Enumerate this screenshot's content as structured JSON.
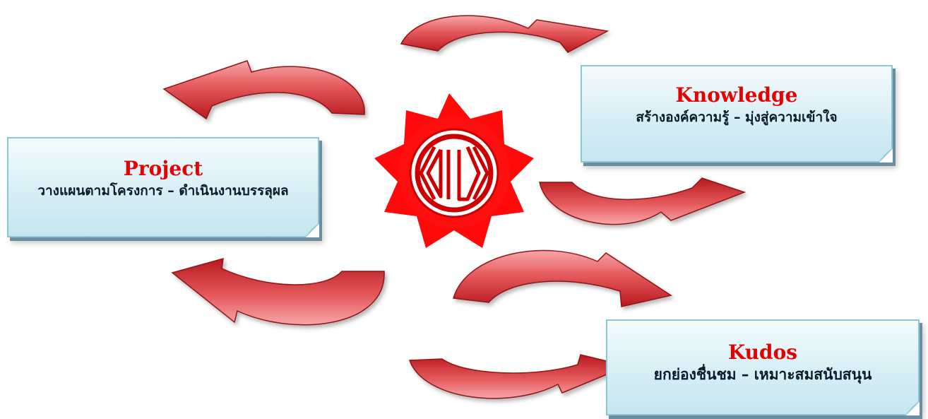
{
  "diagram": {
    "center_logo": "gear-emblem",
    "colors": {
      "arrow": "#d42f33",
      "arrow_light": "#f59a9c",
      "gear": "#ff0000",
      "title": "#e60000",
      "box_border": "#8cc7d6"
    },
    "cards": {
      "project": {
        "title": "Project",
        "subtitle": "วางแผนตามโครงการ – ดำเนินงานบรรลุผล"
      },
      "knowledge": {
        "title": "Knowledge",
        "subtitle": "สร้างองค์ความรู้ – มุ่งสู่ความเข้าใจ"
      },
      "kudos": {
        "title": "Kudos",
        "subtitle": "ยกย่องชื่นชม – เหมาะสมสนับสนุน"
      }
    }
  }
}
